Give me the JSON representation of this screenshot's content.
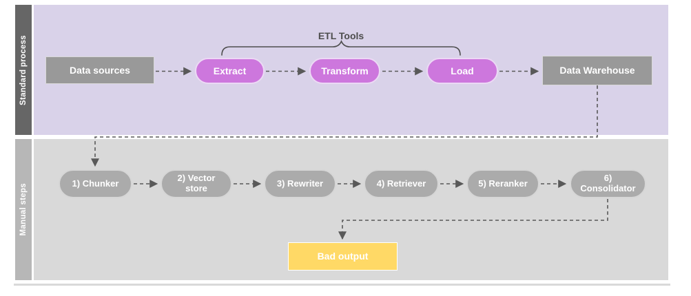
{
  "diagram": {
    "annotation": {
      "label": "ETL Tools",
      "spans": [
        "extract",
        "transform",
        "load"
      ]
    },
    "lanes": [
      {
        "label": "Standard process",
        "bar_color": "#666666",
        "bg_color": "#d9d2e9",
        "nodes": [
          {
            "id": "data-sources",
            "label": "Data sources",
            "shape": "rectangle",
            "fill": "#999999"
          },
          {
            "id": "extract",
            "label": "Extract",
            "shape": "pill",
            "fill": "#cd77dd"
          },
          {
            "id": "transform",
            "label": "Transform",
            "shape": "pill",
            "fill": "#cd77dd"
          },
          {
            "id": "load",
            "label": "Load",
            "shape": "pill",
            "fill": "#cd77dd"
          },
          {
            "id": "data-warehouse",
            "label": "Data Warehouse",
            "shape": "rectangle",
            "fill": "#999999"
          }
        ]
      },
      {
        "label": "Manual steps",
        "bar_color": "#b7b7b7",
        "bg_color": "#d9d9d9",
        "nodes": [
          {
            "id": "chunker",
            "label": "1) Chunker",
            "shape": "pill",
            "fill": "#ababab"
          },
          {
            "id": "vector-store",
            "label": "2) Vector store",
            "shape": "pill",
            "fill": "#ababab"
          },
          {
            "id": "rewriter",
            "label": "3) Rewriter",
            "shape": "pill",
            "fill": "#ababab"
          },
          {
            "id": "retriever",
            "label": "4) Retriever",
            "shape": "pill",
            "fill": "#ababab"
          },
          {
            "id": "reranker",
            "label": "5) Reranker",
            "shape": "pill",
            "fill": "#ababab"
          },
          {
            "id": "consolidator",
            "label": "6) Consolidator",
            "shape": "pill",
            "fill": "#ababab"
          },
          {
            "id": "bad-output",
            "label": "Bad output",
            "shape": "rectangle",
            "fill": "#ffd966"
          }
        ]
      }
    ],
    "edges": [
      {
        "from": "data-sources",
        "to": "extract",
        "style": "dashed-arrow"
      },
      {
        "from": "extract",
        "to": "transform",
        "style": "dashed-arrow"
      },
      {
        "from": "transform",
        "to": "load",
        "style": "dashed-arrow"
      },
      {
        "from": "load",
        "to": "data-warehouse",
        "style": "dashed-arrow"
      },
      {
        "from": "data-warehouse",
        "to": "chunker",
        "style": "dashed-arrow"
      },
      {
        "from": "chunker",
        "to": "vector-store",
        "style": "dashed-arrow"
      },
      {
        "from": "vector-store",
        "to": "rewriter",
        "style": "dashed-arrow"
      },
      {
        "from": "rewriter",
        "to": "retriever",
        "style": "dashed-arrow"
      },
      {
        "from": "retriever",
        "to": "reranker",
        "style": "dashed-arrow"
      },
      {
        "from": "reranker",
        "to": "consolidator",
        "style": "dashed-arrow"
      },
      {
        "from": "consolidator",
        "to": "bad-output",
        "style": "dashed-arrow"
      }
    ],
    "colors": {
      "connector": "#595959",
      "annotation_text": "#4d4d4d",
      "node_text": "#ffffff"
    }
  }
}
